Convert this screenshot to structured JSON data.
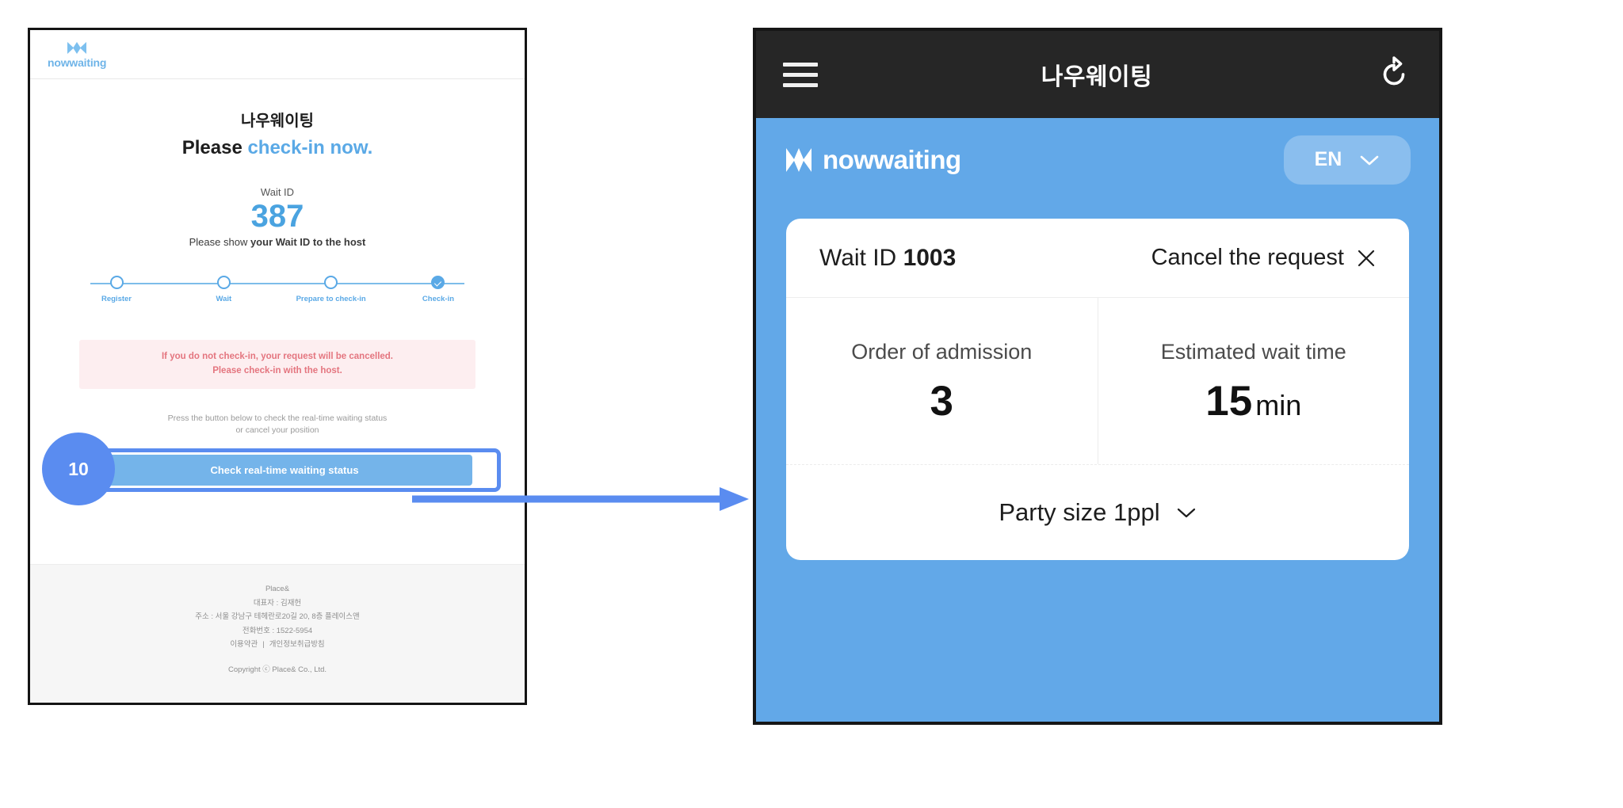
{
  "left_panel": {
    "brand": {
      "logo_icon": "nowwaiting-w-mark-icon",
      "name": "nowwaiting"
    },
    "kr_title": "나우웨이팅",
    "headline_prefix": "Please ",
    "headline_accent": "check-in now.",
    "wait_id_label": "Wait ID",
    "wait_id_value": "387",
    "wait_id_hint_prefix": "Please show ",
    "wait_id_hint_bold": "your Wait ID to the host",
    "stepper": [
      {
        "label": "Register",
        "state": "pending"
      },
      {
        "label": "Wait",
        "state": "pending"
      },
      {
        "label": "Prepare to check-in",
        "state": "pending"
      },
      {
        "label": "Check-in",
        "state": "done"
      }
    ],
    "warning_line1": "If you do not check-in, your request will be cancelled.",
    "warning_line2": "Please check-in with the host.",
    "press_hint_line1": "Press the button below to check the real-time waiting status",
    "press_hint_line2": "or cancel your position",
    "cta_label": "Check real-time waiting status",
    "step_badge": "10",
    "footer": {
      "company": "Place&",
      "ceo": "대표자 : 김재헌",
      "address": "주소 : 서울 강남구 테헤란로20길 20, 8층 플레이스앤",
      "phone": "전화번호 : 1522-5954",
      "terms_link": "이용약관",
      "link_separator": "|",
      "privacy_link": "개인정보취급방침",
      "copyright": "Copyright ⓒ Place& Co., Ltd."
    }
  },
  "right_panel": {
    "appbar": {
      "menu_icon": "hamburger-menu-icon",
      "title": "나우웨이팅",
      "refresh_icon": "refresh-icon"
    },
    "brand": {
      "logo_icon": "nowwaiting-w-mark-icon",
      "name": "nowwaiting",
      "language_value": "EN",
      "language_chevron_icon": "chevron-down-icon"
    },
    "card": {
      "wait_id_label": "Wait ID ",
      "wait_id_value": "1003",
      "cancel_label": "Cancel the request",
      "cancel_icon": "close-x-icon",
      "stats": [
        {
          "label": "Order of admission",
          "value": "3",
          "unit": ""
        },
        {
          "label": "Estimated wait time",
          "value": "15",
          "unit": "min"
        }
      ],
      "party_size_label": "Party size 1ppl",
      "party_chevron_icon": "chevron-down-icon"
    }
  },
  "connector": {
    "arrow_icon": "right-arrow-icon"
  },
  "colors": {
    "brand_blue": "#5aa9e6",
    "panel_blue": "#62a8e8",
    "highlight_blue": "#5a8cf0",
    "cta_blue": "#74b4ea",
    "appbar_dark": "#262626",
    "warning_bg": "#fdeef0",
    "warning_text": "#e4757f"
  }
}
